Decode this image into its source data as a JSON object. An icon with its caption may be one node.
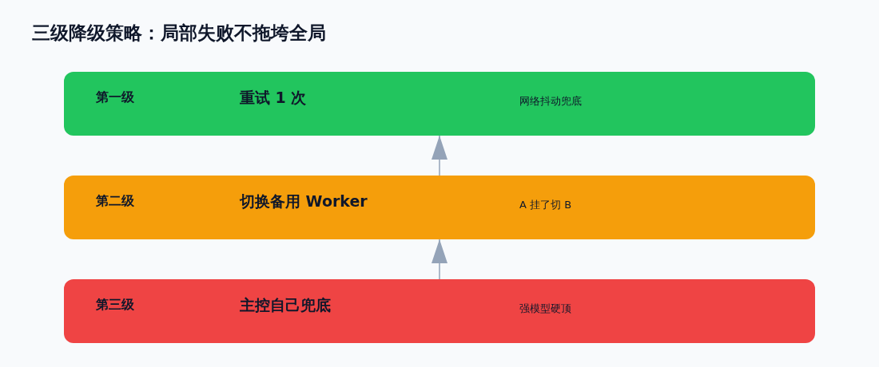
{
  "diagram": {
    "title": "三级降级策略：局部失败不拖垮全局",
    "nodes": [
      {
        "text": [
          "第一级",
          "重试 1 次",
          "网络抖动兜底"
        ]
      },
      {
        "text": [
          "第二级",
          "切换备用 Worker",
          "A 挂了切 B"
        ]
      },
      {
        "text": [
          "第三级",
          "主控自己兜底",
          "强模型硬顶"
        ]
      }
    ],
    "edges": [
      {
        "from": 1,
        "to": 0,
        "arrow": "to"
      },
      {
        "from": 2,
        "to": 1,
        "arrow": "to"
      }
    ]
  }
}
